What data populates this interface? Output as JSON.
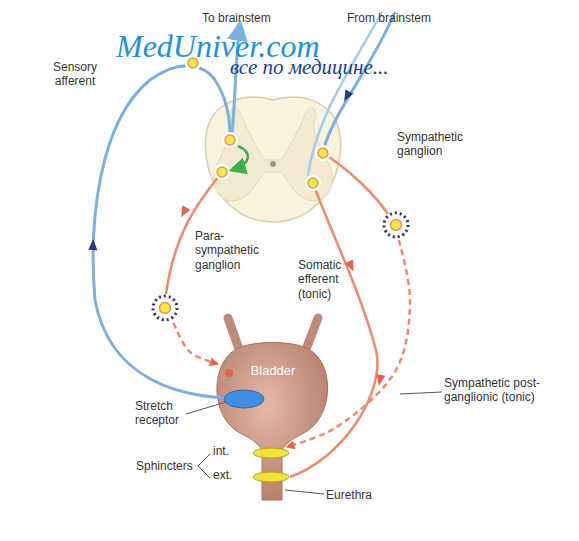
{
  "diagram": {
    "nodes": [
      {
        "text": [
          "Sympathetic ganglion"
        ]
      },
      {
        "text": [
          "Para- sympathetic ganglion"
        ]
      },
      {
        "text": [
          "Bladder"
        ]
      },
      {
        "text": [
          "Stretch receptor"
        ]
      },
      {
        "text": [
          "int."
        ]
      },
      {
        "text": [
          "ext."
        ]
      }
    ],
    "edges": [
      {
        "from": 1,
        "to": 2,
        "arrow": "to"
      },
      {
        "from": 0,
        "to": 4,
        "arrow": "to"
      }
    ],
    "labels": [
      "To brainstem",
      "From brainstem",
      "Sensory afferent",
      "Somatic efferent (tonic)",
      "Sympathetic post-ganglionic (tonic)",
      "Sphincters",
      "Eurethra",
      "MedUniver.com",
      "все по медицине..."
    ]
  }
}
